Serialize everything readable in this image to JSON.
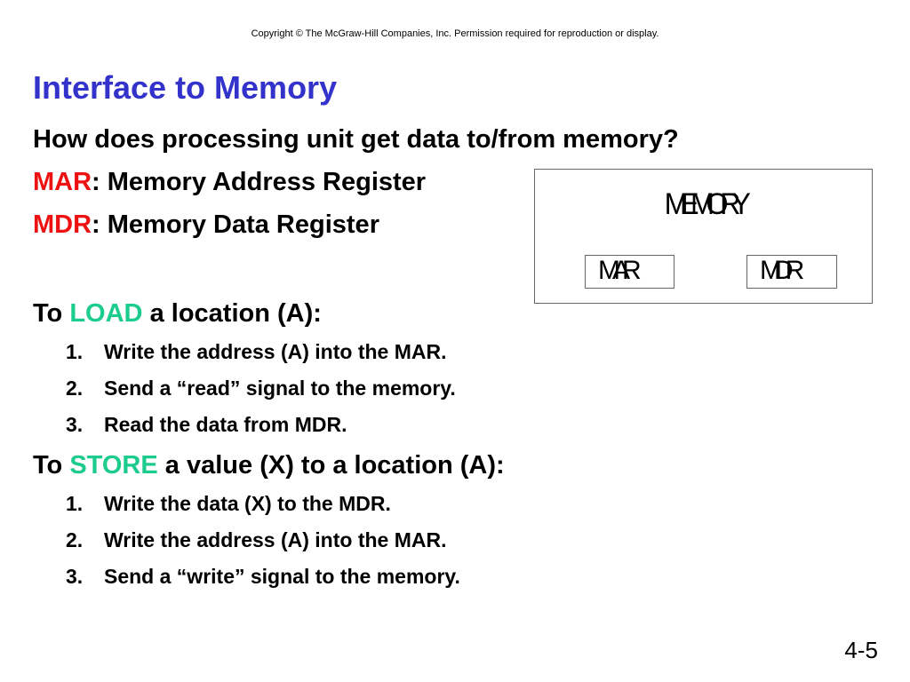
{
  "copyright": "Copyright © The McGraw-Hill Companies, Inc.  Permission required for reproduction or display.",
  "title": "Interface to Memory",
  "intro": "How does processing unit get data to/from memory?",
  "mar_line": {
    "term": "MAR",
    "rest": ": Memory Address Register"
  },
  "mdr_line": {
    "term": "MDR",
    "rest": ": Memory Data Register"
  },
  "load": {
    "prefix": "To ",
    "keyword": "LOAD",
    "suffix": " a location (A):",
    "steps": [
      {
        "num": "1.",
        "text": "Write the address (A) into the MAR."
      },
      {
        "num": "2.",
        "text": "Send a “read” signal to the memory."
      },
      {
        "num": "3.",
        "text": "Read the data from MDR."
      }
    ]
  },
  "store": {
    "prefix": "To ",
    "keyword": "STORE",
    "suffix": " a value (X) to a location (A):",
    "steps": [
      {
        "num": "1.",
        "text": "Write the data (X) to the MDR."
      },
      {
        "num": "2.",
        "text": "Write the address (A) into the MAR."
      },
      {
        "num": "3.",
        "text": "Send a “write” signal to the memory."
      }
    ]
  },
  "diagram": {
    "memory_label": "MEMORY",
    "mar_label": "MAR",
    "mdr_label": "MDR"
  },
  "page_number": "4-5",
  "colors": {
    "title": "#3333cc",
    "register_term": "#ee1111",
    "operation_keyword": "#1ccc8c"
  }
}
